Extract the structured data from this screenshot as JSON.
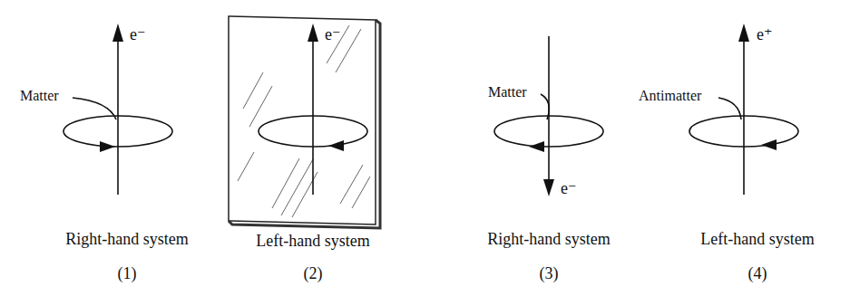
{
  "diagram": {
    "labels": [
      "e⁻",
      "Matter",
      "Right-hand system",
      "(1)",
      "e⁻",
      "Left-hand system",
      "(2)",
      "Matter",
      "e⁻",
      "Right-hand system",
      "(3)",
      "e⁺",
      "Antimatter",
      "Left-hand system",
      "(4)"
    ]
  }
}
